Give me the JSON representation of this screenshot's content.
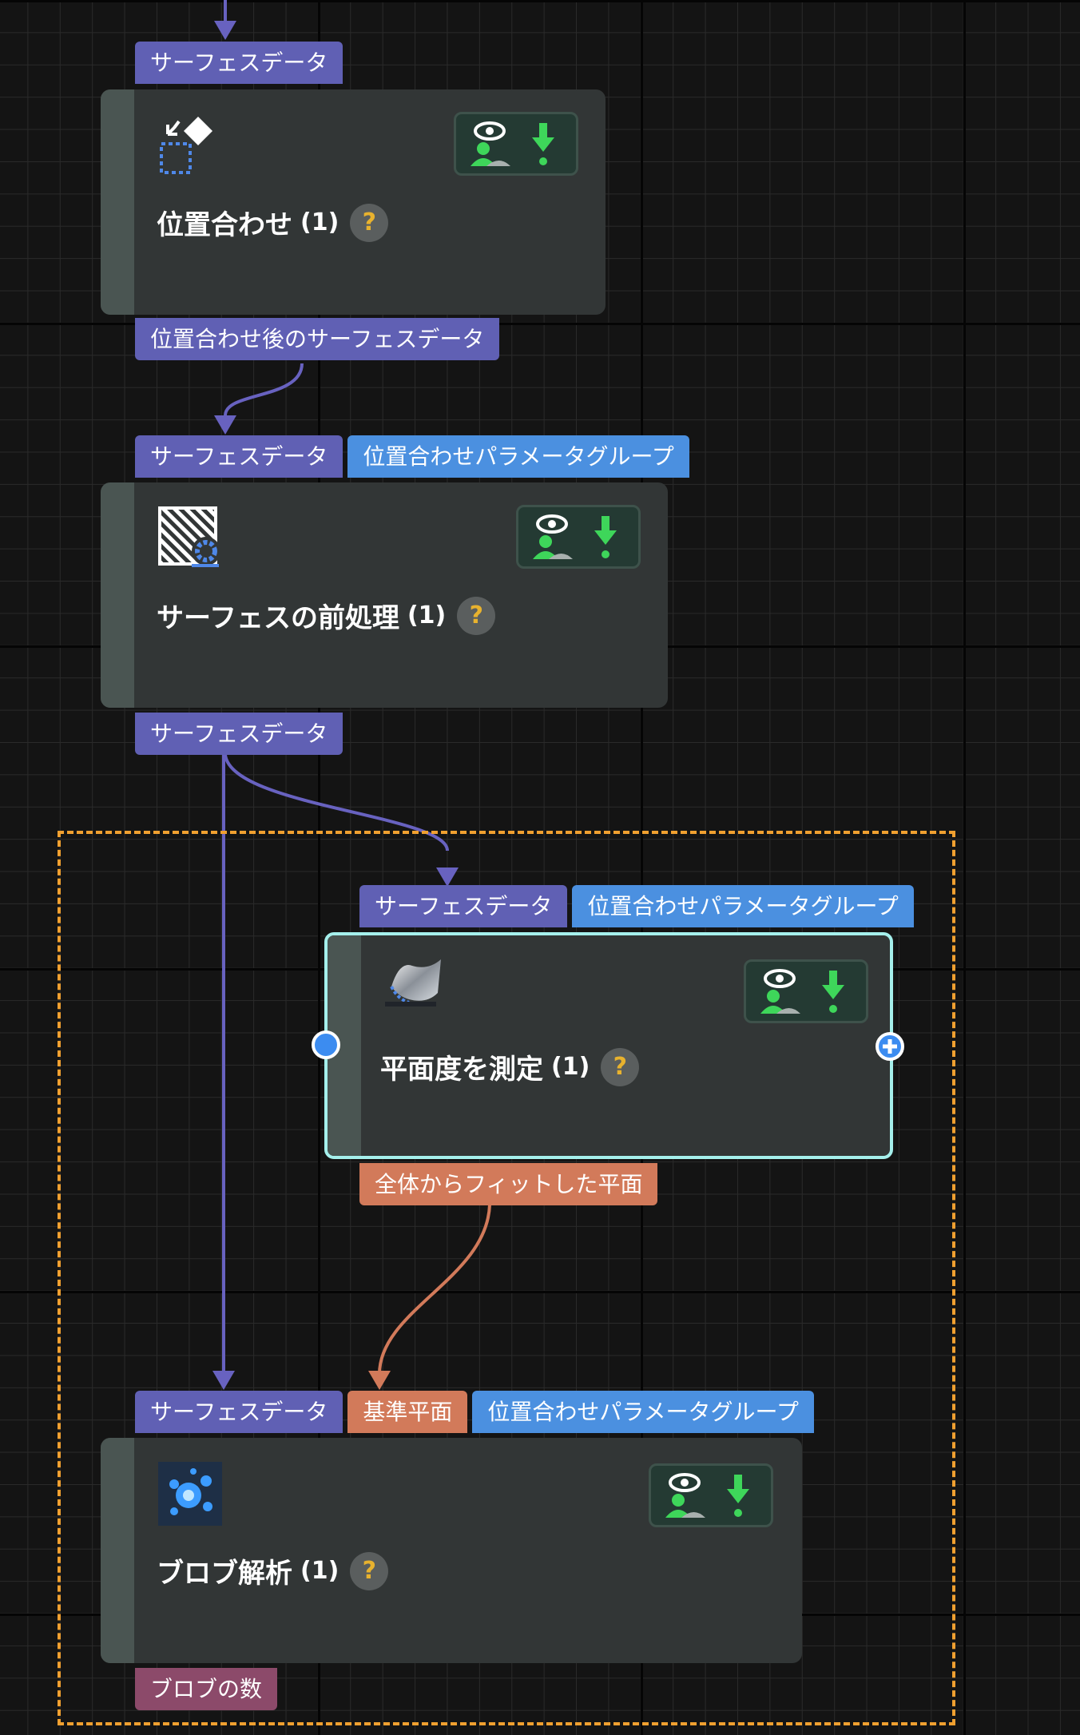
{
  "colors": {
    "surface_port": "#6060b4",
    "param_port": "#4b90e0",
    "plane_port": "#d27a5a",
    "blob_port": "#8c4a6a",
    "group_border": "#f0a030",
    "selected_border": "#a5f0ec"
  },
  "nodes": {
    "alignment": {
      "title": "位置合わせ",
      "count": "(1)",
      "help": "?",
      "icon": "alignment-icon",
      "inputs": [
        "サーフェスデータ"
      ],
      "outputs": [
        "位置合わせ後のサーフェスデータ"
      ]
    },
    "preprocess": {
      "title": "サーフェスの前処理",
      "count": "(1)",
      "help": "?",
      "icon": "surface-preprocess-icon",
      "inputs": [
        "サーフェスデータ",
        "位置合わせパラメータグループ"
      ],
      "outputs": [
        "サーフェスデータ"
      ]
    },
    "flatness": {
      "title": "平面度を測定",
      "count": "(1)",
      "help": "?",
      "icon": "flatness-icon",
      "inputs": [
        "サーフェスデータ",
        "位置合わせパラメータグループ"
      ],
      "outputs": [
        "全体からフィットした平面"
      ]
    },
    "blob": {
      "title": "ブロブ解析",
      "count": "(1)",
      "help": "?",
      "icon": "blob-analysis-icon",
      "inputs": [
        "サーフェスデータ",
        "基準平面",
        "位置合わせパラメータグループ"
      ],
      "outputs": [
        "ブロブの数"
      ]
    }
  },
  "toolbar_icons": [
    "visibility-icon",
    "download-icon"
  ]
}
